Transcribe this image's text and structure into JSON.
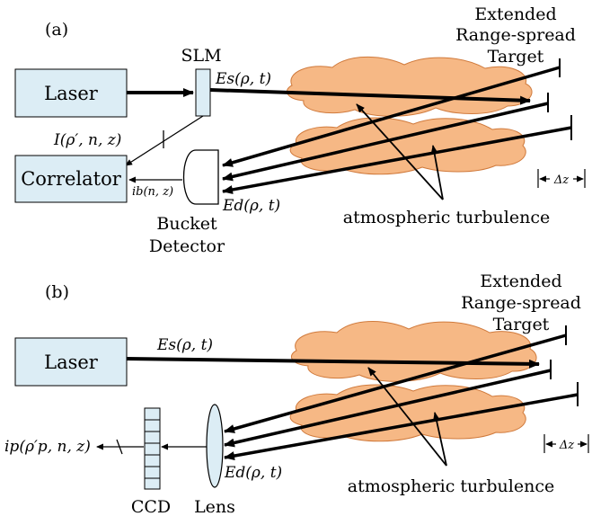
{
  "panel_a": {
    "tag": "(a)",
    "laser_label": "Laser",
    "slm_label": "SLM",
    "es_label": "Es(ρ, t)",
    "intensity_label": "I(ρ′, n, z)",
    "correlator_label": "Correlator",
    "ib_label": "ib(n, z)",
    "ed_label": "Ed(ρ, t)",
    "bucket_line1": "Bucket",
    "bucket_line2": "Detector",
    "target_line1": "Extended",
    "target_line2": "Range-spread",
    "target_line3": "Target",
    "dz_label": "Δz",
    "turbulence_label": "atmospheric turbulence"
  },
  "panel_b": {
    "tag": "(b)",
    "laser_label": "Laser",
    "es_label": "Es(ρ, t)",
    "ip_label": "ip(ρ′p, n, z)",
    "ed_label": "Ed(ρ, t)",
    "ccd_label": "CCD",
    "lens_label": "Lens",
    "target_line1": "Extended",
    "target_line2": "Range-spread",
    "target_line3": "Target",
    "dz_label": "Δz",
    "turbulence_label": "atmospheric turbulence"
  },
  "colors": {
    "box_fill": "#dcedf5",
    "cloud_fill": "#f6b885",
    "stroke": "#000000"
  }
}
